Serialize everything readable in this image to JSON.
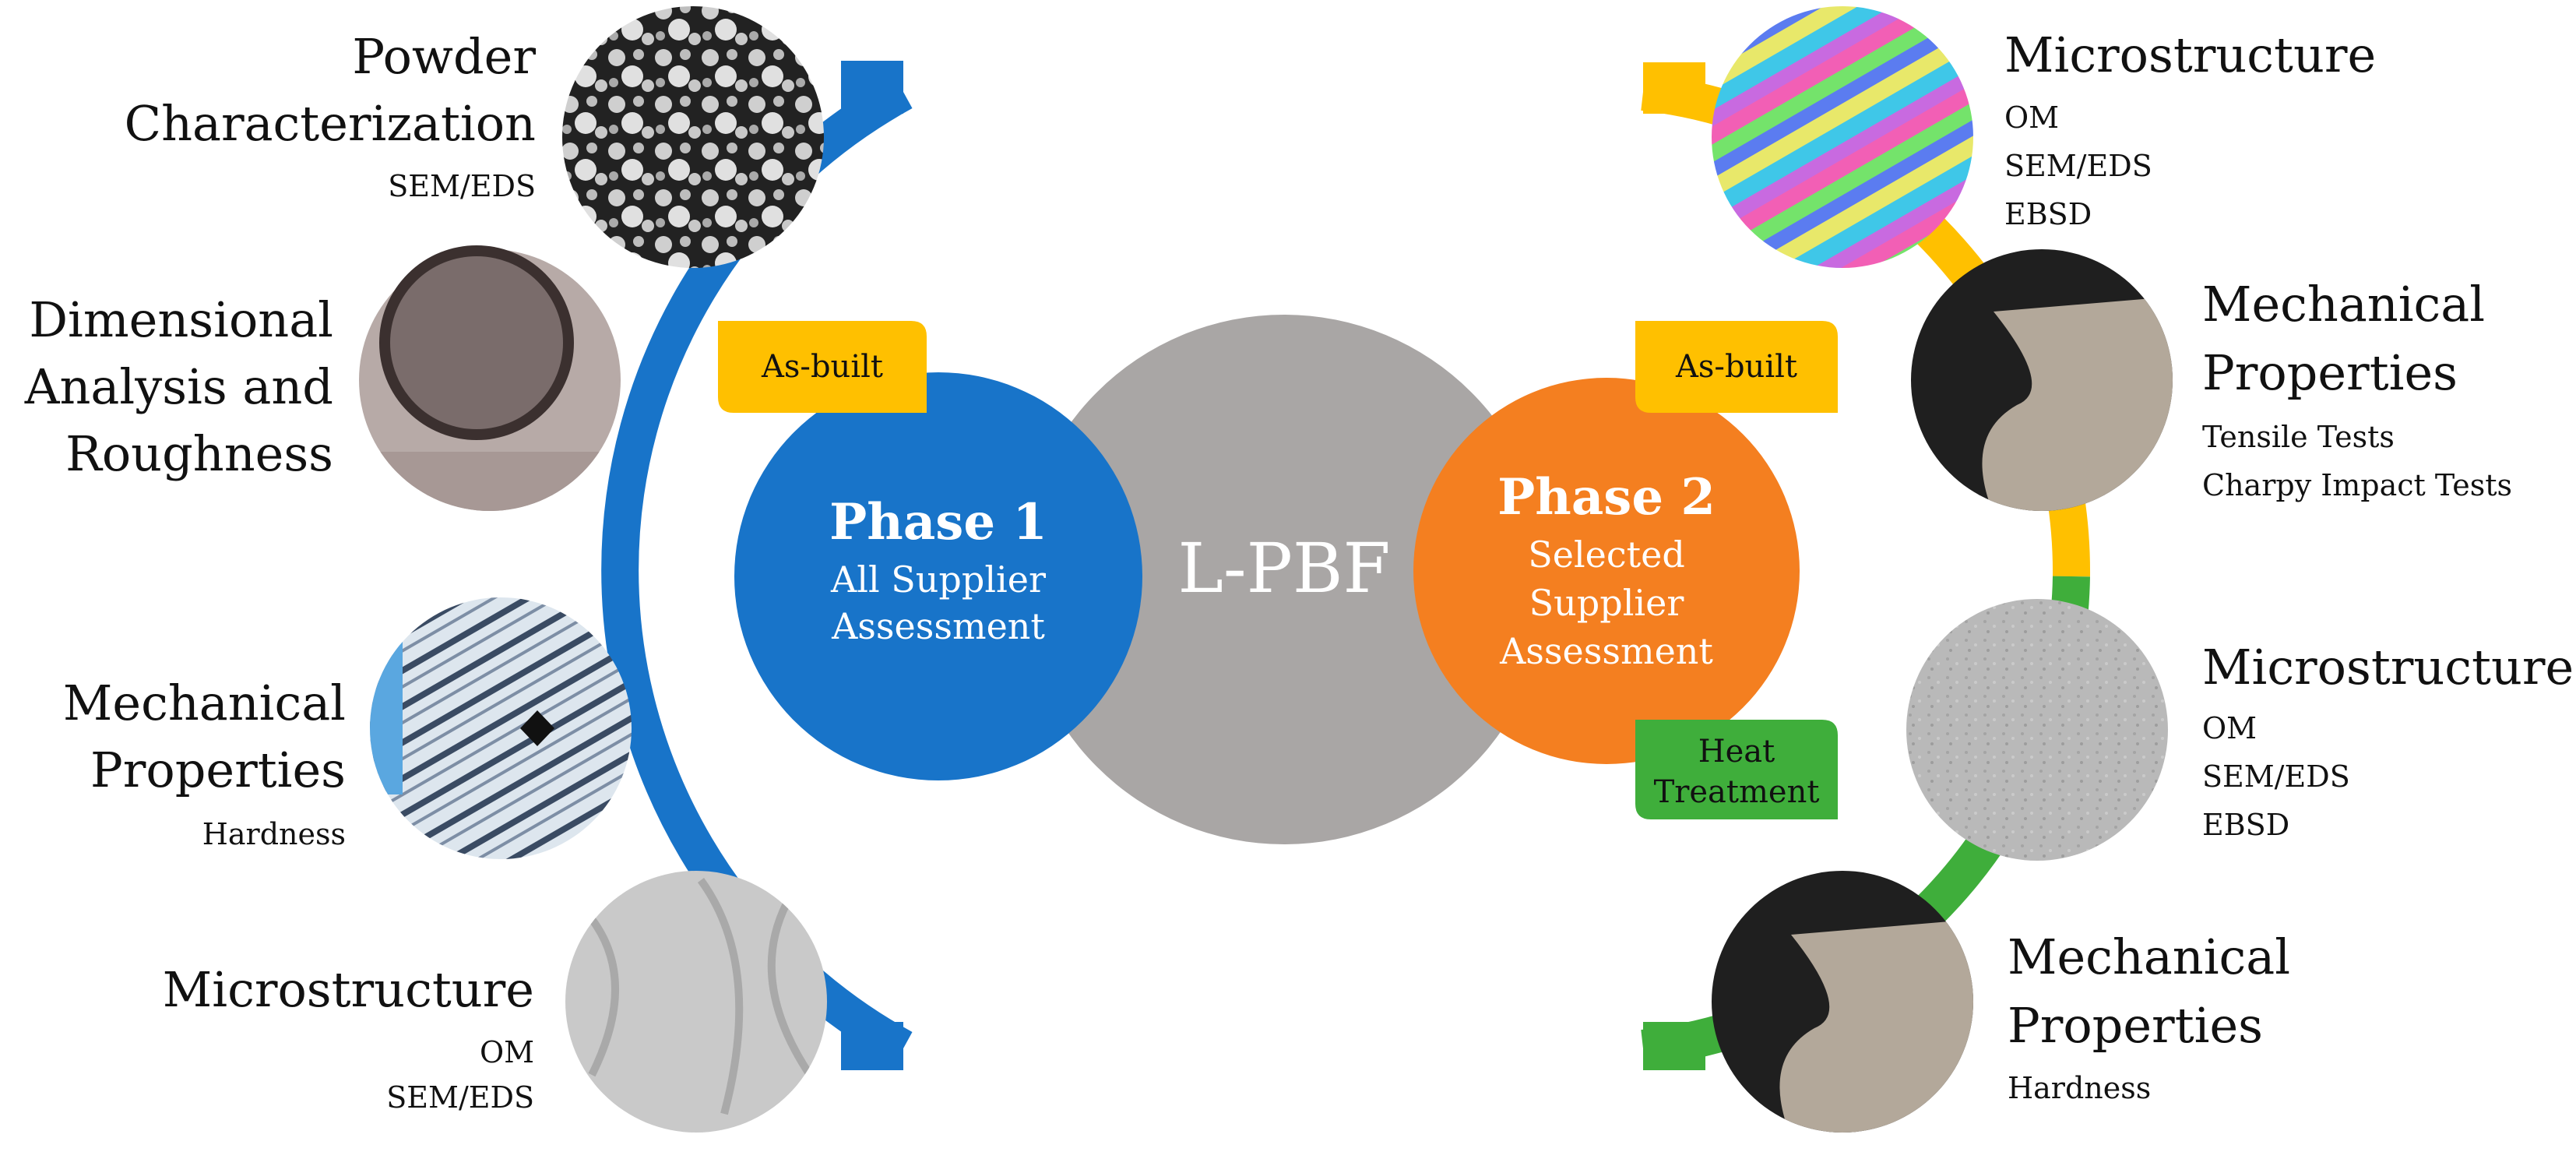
{
  "center": {
    "label": "L-PBF"
  },
  "phase1": {
    "title": "Phase 1",
    "line1": "All Supplier",
    "line2": "Assessment",
    "tag": "As-built"
  },
  "phase2": {
    "title": "Phase 2",
    "line1": "Selected",
    "line2": "Supplier",
    "line3": "Assessment",
    "tag_top": "As-built",
    "tag_bottom_line1": "Heat",
    "tag_bottom_line2": "Treatment"
  },
  "left_items": [
    {
      "title_lines": [
        "Powder",
        "Characterization"
      ],
      "sub_lines": [
        "SEM/EDS"
      ],
      "image": "sem-powder-image"
    },
    {
      "title_lines": [
        "Dimensional",
        "Analysis and",
        "Roughness"
      ],
      "sub_lines": [],
      "image": "dimensional-sample-image"
    },
    {
      "title_lines": [
        "Mechanical",
        "Properties"
      ],
      "sub_lines": [
        "Hardness"
      ],
      "image": "hardness-indent-image"
    },
    {
      "title_lines": [
        "Microstructure"
      ],
      "sub_lines": [
        "OM",
        "SEM/EDS"
      ],
      "image": "microstructure-gray-image"
    }
  ],
  "right_items": [
    {
      "title_lines": [
        "Microstructure"
      ],
      "sub_lines": [
        "OM",
        "SEM/EDS",
        "EBSD"
      ],
      "image": "ebsd-map-image"
    },
    {
      "title_lines": [
        "Mechanical",
        "Properties"
      ],
      "sub_lines": [
        "Tensile Tests",
        "Charpy Impact Tests"
      ],
      "image": "charpy-specimen-image"
    },
    {
      "title_lines": [
        "Microstructure"
      ],
      "sub_lines": [
        "OM",
        "SEM/EDS",
        "EBSD"
      ],
      "image": "microstructure-heat-treated-image"
    },
    {
      "title_lines": [
        "Mechanical",
        "Properties"
      ],
      "sub_lines": [
        "Hardness"
      ],
      "image": "hardness-specimen-image"
    }
  ],
  "colors": {
    "blue": "#1874c9",
    "orange": "#f47f20",
    "gray": "#a9a6a5",
    "gold": "#ffc000",
    "green": "#3fae3b"
  }
}
